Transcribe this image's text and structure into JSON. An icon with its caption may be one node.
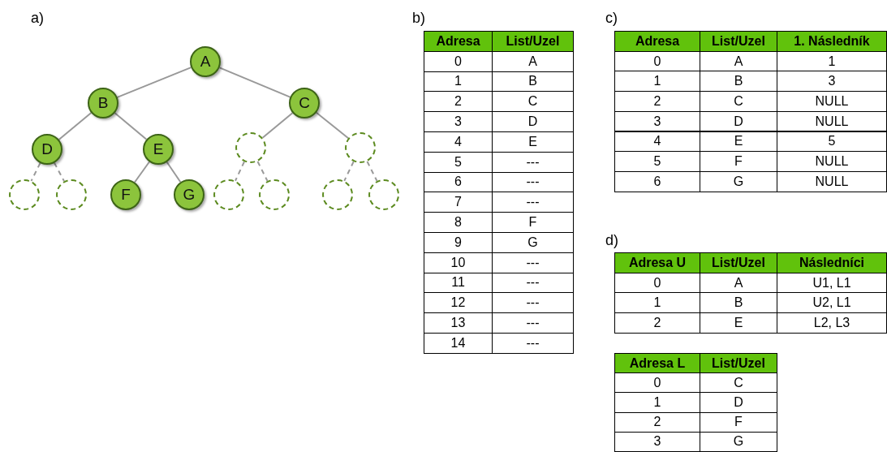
{
  "diagram": {
    "nodes": [
      {
        "text": [
          "A"
        ]
      },
      {
        "text": [
          "B"
        ]
      },
      {
        "text": [
          "C"
        ]
      },
      {
        "text": [
          "D"
        ]
      },
      {
        "text": [
          "E"
        ]
      },
      {
        "text": [],
        "shape": "circle"
      },
      {
        "text": [],
        "shape": "circle"
      },
      {
        "text": [],
        "shape": "circle"
      },
      {
        "text": [],
        "shape": "circle"
      },
      {
        "text": [
          "F"
        ]
      },
      {
        "text": [
          "G"
        ]
      },
      {
        "text": [],
        "shape": "circle"
      },
      {
        "text": [],
        "shape": "circle"
      },
      {
        "text": [],
        "shape": "circle"
      },
      {
        "text": [],
        "shape": "circle"
      }
    ],
    "edges": [
      {
        "from": 0,
        "to": 1,
        "arrow": "none"
      },
      {
        "from": 0,
        "to": 2,
        "arrow": "none"
      },
      {
        "from": 1,
        "to": 3,
        "arrow": "none"
      },
      {
        "from": 1,
        "to": 4,
        "arrow": "none"
      },
      {
        "from": 2,
        "to": 5,
        "arrow": "none"
      },
      {
        "from": 2,
        "to": 6,
        "arrow": "none"
      },
      {
        "from": 3,
        "to": 7,
        "arrow": "none",
        "style": "dashed"
      },
      {
        "from": 3,
        "to": 8,
        "arrow": "none",
        "style": "dashed"
      },
      {
        "from": 4,
        "to": 9,
        "arrow": "none"
      },
      {
        "from": 4,
        "to": 10,
        "arrow": "none"
      },
      {
        "from": 5,
        "to": 11,
        "arrow": "none",
        "style": "dashed"
      },
      {
        "from": 5,
        "to": 12,
        "arrow": "none",
        "style": "dashed"
      },
      {
        "from": 6,
        "to": 13,
        "arrow": "none",
        "style": "dashed"
      },
      {
        "from": 6,
        "to": 14,
        "arrow": "none",
        "style": "dashed"
      }
    ],
    "labels": [
      "a)",
      "b)",
      "Adresa",
      "List/Uzel",
      "0",
      "A",
      "1",
      "B",
      "2",
      "C",
      "3",
      "D",
      "4",
      "E",
      "5",
      "---",
      "6",
      "---",
      "7",
      "---",
      "8",
      "F",
      "9",
      "G",
      "10",
      "---",
      "11",
      "---",
      "12",
      "---",
      "13",
      "---",
      "14",
      "---",
      "c)",
      "Adresa",
      "List/Uzel",
      "1. Následník",
      "0",
      "A",
      "1",
      "1",
      "B",
      "3",
      "2",
      "C",
      "NULL",
      "3",
      "D",
      "NULL",
      "4",
      "E",
      "5",
      "5",
      "F",
      "NULL",
      "6",
      "G",
      "NULL",
      "d)",
      "Adresa U",
      "List/Uzel",
      "Následníci",
      "0",
      "A",
      "U1, L1",
      "1",
      "B",
      "U2, L1",
      "2",
      "E",
      "L2, L3",
      "Adresa L",
      "List/Uzel",
      "0",
      "C",
      "1",
      "D",
      "2",
      "F",
      "3",
      "G"
    ]
  }
}
